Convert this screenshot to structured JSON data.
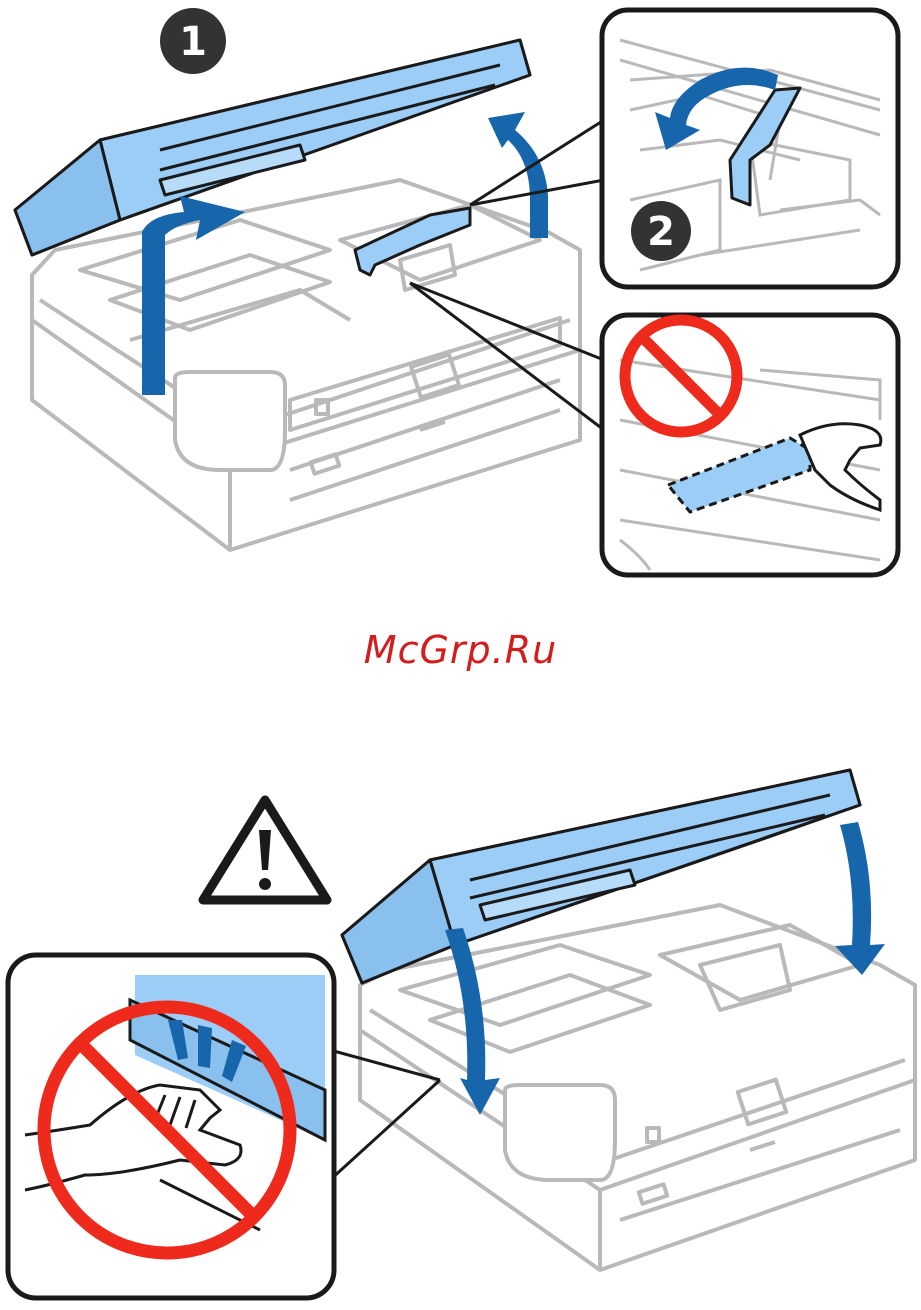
{
  "steps": {
    "step1": "1",
    "step2": "2"
  },
  "watermark": "McGrp.Ru",
  "icons": {
    "lift_arrow": "arrow-up-icon",
    "close_arrow": "arrow-down-icon",
    "rotate_arrow": "curved-arrow-icon",
    "prohibited": "prohibited-icon",
    "warning": "warning-triangle-icon"
  },
  "colors": {
    "scanner_blue": "#9ccdf7",
    "arrow_blue": "#1766ac",
    "badge": "#333333",
    "prohibit_red": "#ee2a1d",
    "watermark_red": "#d41c1c",
    "printer_outline": "#b9b9b9"
  }
}
